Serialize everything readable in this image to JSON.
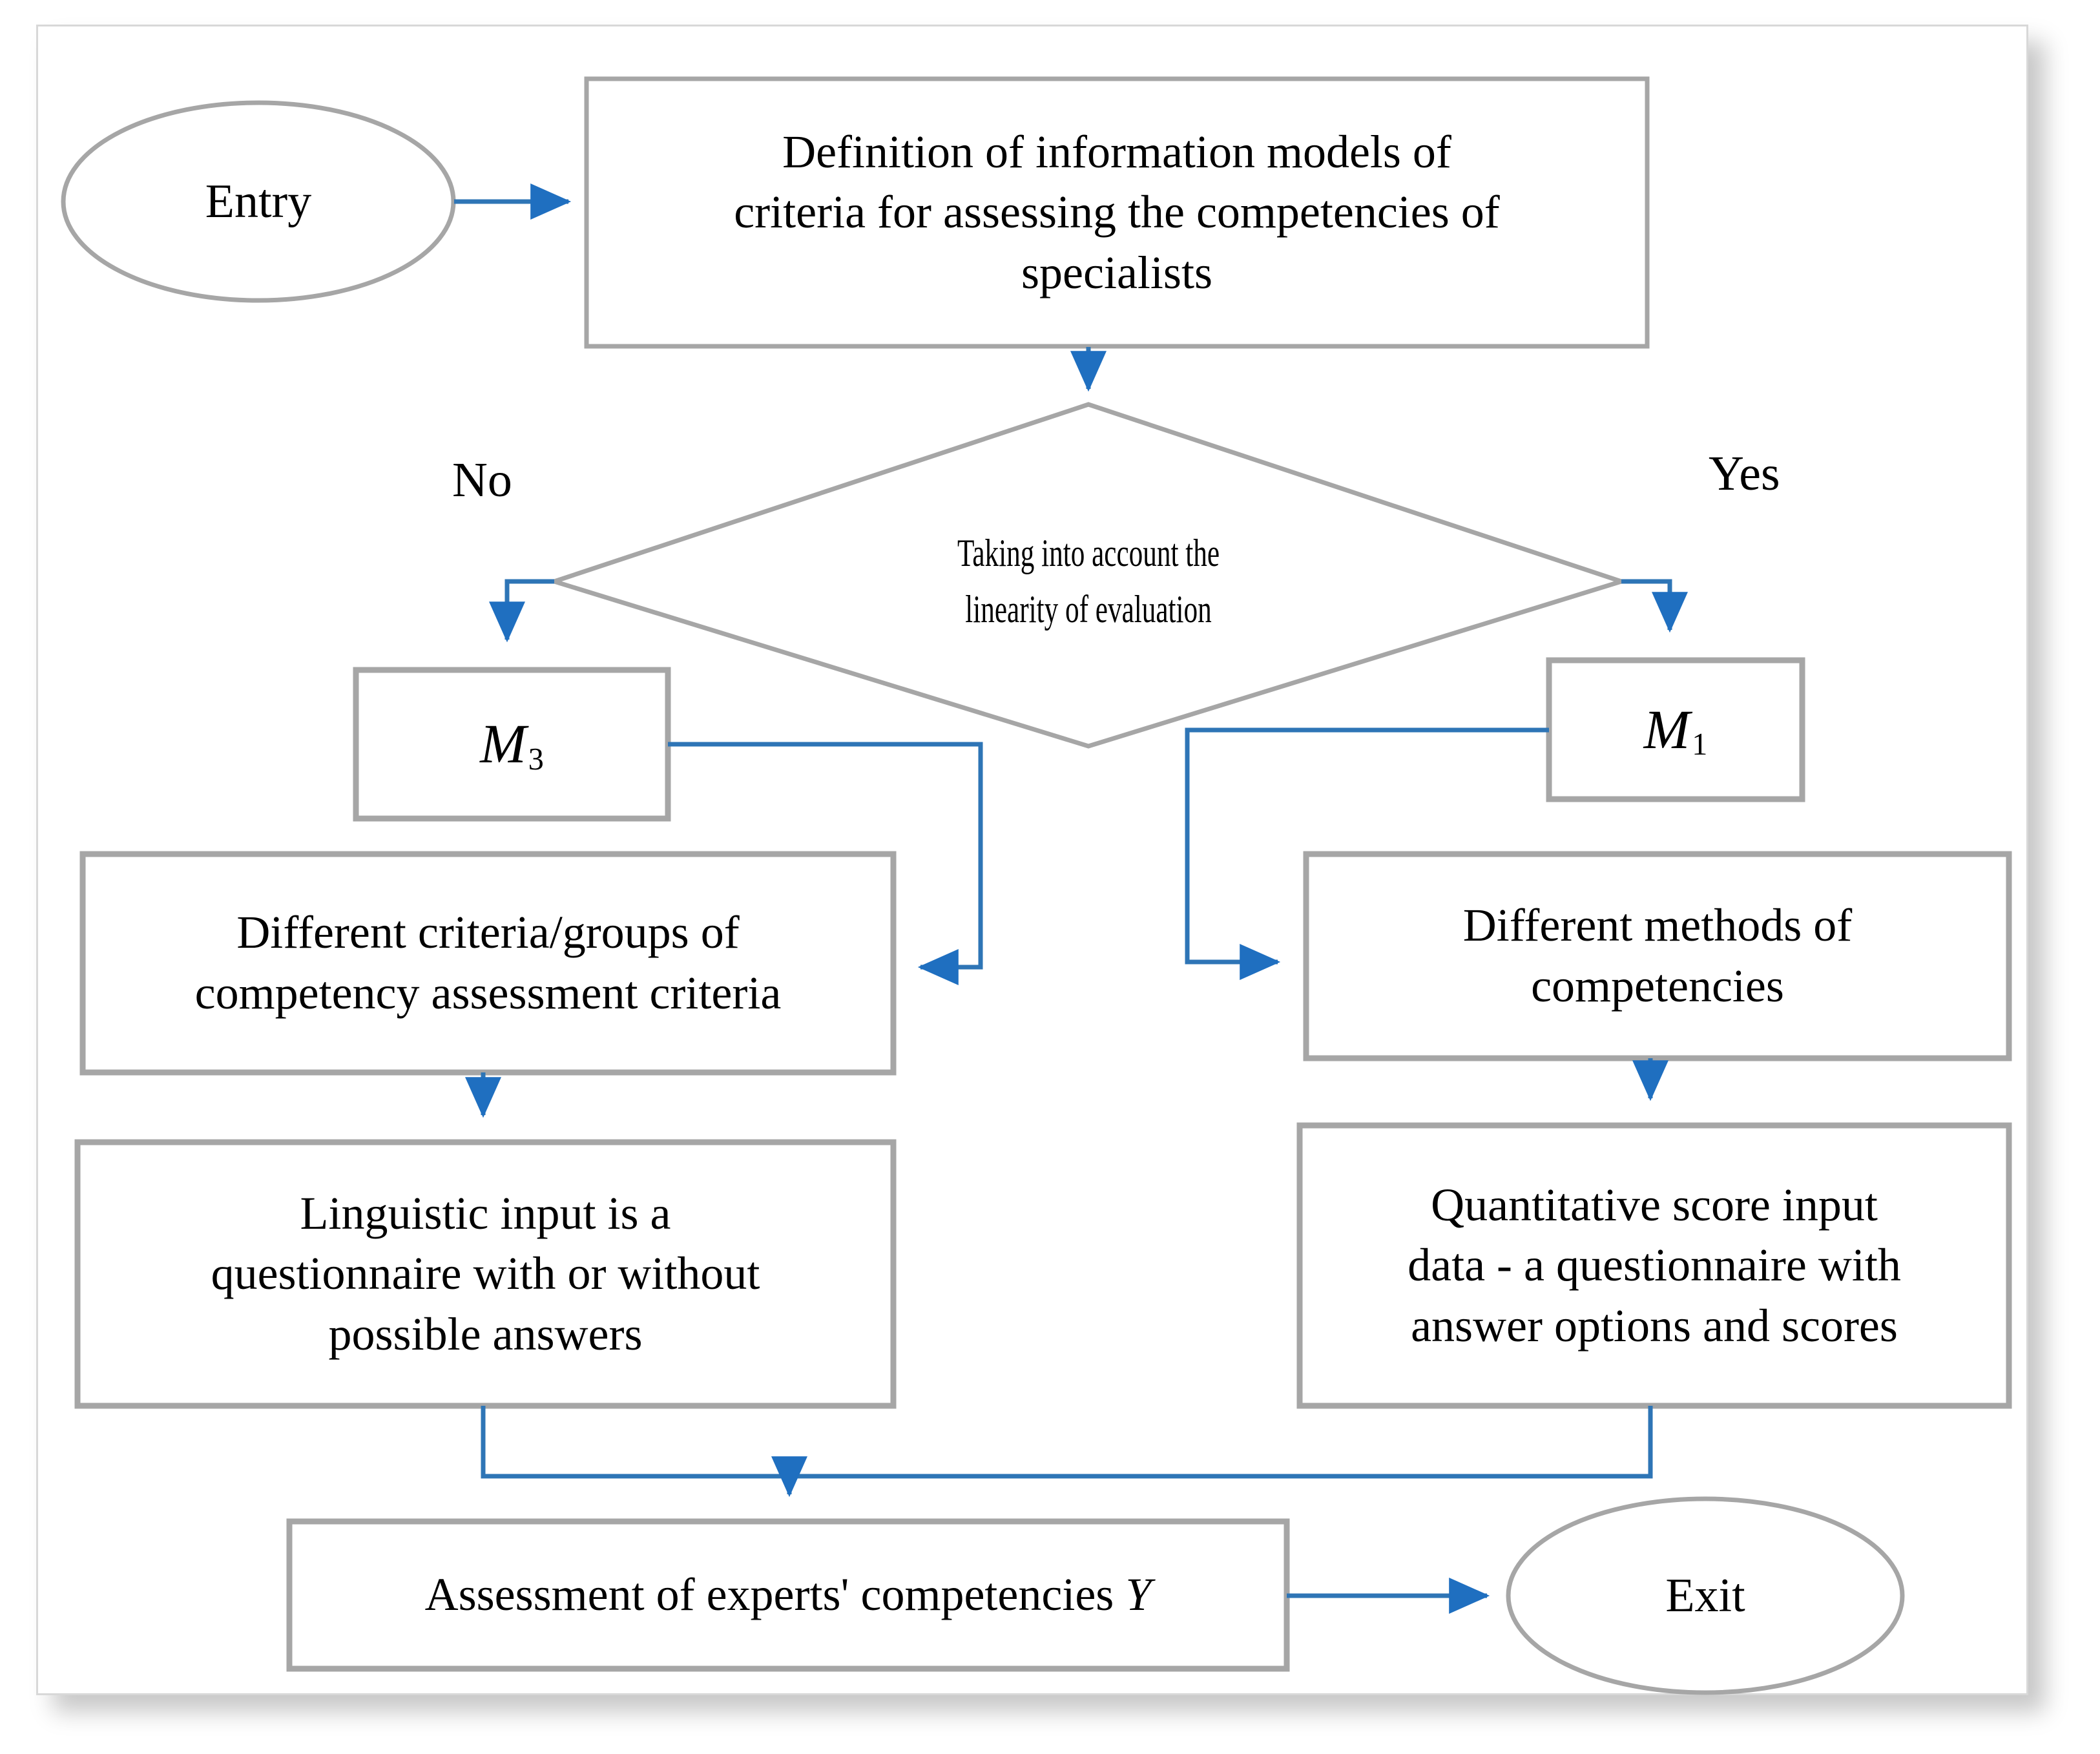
{
  "diagram": {
    "title": "Competency assessment flowchart",
    "colors": {
      "shape_border": "#a6a6a6",
      "connector": "#2e75b6",
      "arrowhead": "#1f6fc0",
      "text": "#000000",
      "card_background": "#ffffff",
      "card_border": "#d8d8d8"
    },
    "nodes": {
      "entry": {
        "label": "Entry",
        "shape": "ellipse"
      },
      "definition": {
        "label": "Definition of information models of criteria for assessing the competencies of specialists",
        "lines": [
          "Definition of information models of",
          "criteria for assessing the competencies of",
          "specialists"
        ],
        "shape": "rectangle"
      },
      "decision": {
        "label": "Taking into account the linearity of evaluation",
        "lines": [
          "Taking into account the",
          "linearity of evaluation"
        ],
        "shape": "diamond"
      },
      "m3": {
        "label": "M",
        "subscript": "3",
        "shape": "rectangle"
      },
      "m1": {
        "label": "M",
        "subscript": "1",
        "shape": "rectangle"
      },
      "criteria_groups": {
        "label": "Different criteria/groups of competency assessment criteria",
        "lines": [
          "Different criteria/groups of",
          "competency assessment criteria"
        ],
        "shape": "rectangle"
      },
      "methods": {
        "label": "Different methods of competencies",
        "lines": [
          "Different methods of",
          "competencies"
        ],
        "shape": "rectangle"
      },
      "linguistic_input": {
        "label": "Linguistic input is a questionnaire with or without possible answers",
        "lines": [
          "Linguistic input is a",
          "questionnaire with or without",
          "possible answers"
        ],
        "shape": "rectangle"
      },
      "quantitative_input": {
        "label": "Quantitative score input data - a questionnaire with answer options and scores",
        "lines": [
          "Quantitative score input",
          "data - a questionnaire with",
          "answer options and scores"
        ],
        "shape": "rectangle"
      },
      "assessment": {
        "label": "Assessment of experts' competencies Y",
        "text_plain": "Assessment of experts' competencies ",
        "variable": "Y",
        "shape": "rectangle"
      },
      "exit": {
        "label": "Exit",
        "shape": "ellipse"
      }
    },
    "branch_labels": {
      "no": "No",
      "yes": "Yes"
    },
    "edges": [
      {
        "from": "entry",
        "to": "definition",
        "label": ""
      },
      {
        "from": "definition",
        "to": "decision",
        "label": ""
      },
      {
        "from": "decision",
        "to": "m3",
        "label": "No"
      },
      {
        "from": "decision",
        "to": "m1",
        "label": "Yes"
      },
      {
        "from": "m3",
        "to": "criteria_groups",
        "label": ""
      },
      {
        "from": "m1",
        "to": "methods",
        "label": ""
      },
      {
        "from": "criteria_groups",
        "to": "linguistic_input",
        "label": ""
      },
      {
        "from": "methods",
        "to": "quantitative_input",
        "label": ""
      },
      {
        "from": "linguistic_input",
        "to": "assessment",
        "label": ""
      },
      {
        "from": "quantitative_input",
        "to": "assessment",
        "label": ""
      },
      {
        "from": "assessment",
        "to": "exit",
        "label": ""
      }
    ]
  }
}
